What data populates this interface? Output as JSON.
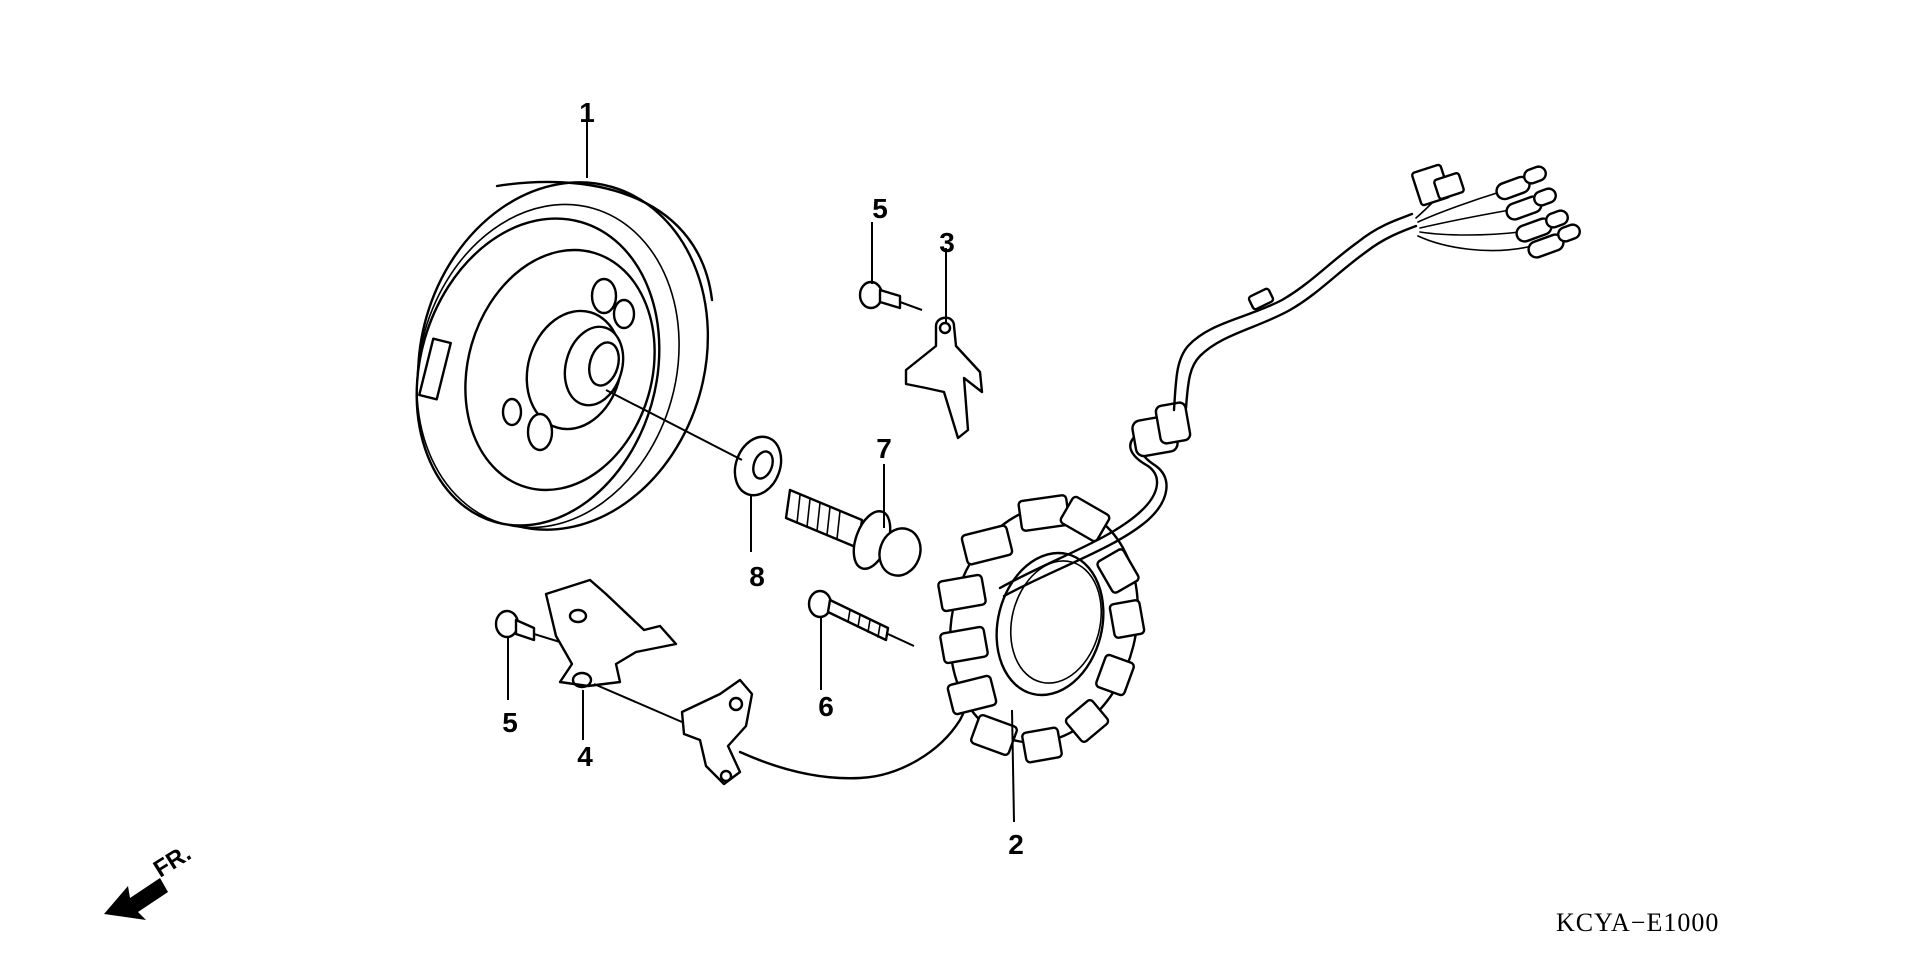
{
  "diagram": {
    "part_code": "KCYA−E1000",
    "direction_label": "FR.",
    "callouts": [
      {
        "id": "flywheel",
        "label": "1"
      },
      {
        "id": "stator",
        "label": "2"
      },
      {
        "id": "upper-clamp",
        "label": "3"
      },
      {
        "id": "lower-clamp",
        "label": "4"
      },
      {
        "id": "upper-bolt",
        "label": "5"
      },
      {
        "id": "lower-bolt",
        "label": "5"
      },
      {
        "id": "stator-bolt",
        "label": "6"
      },
      {
        "id": "flange-bolt",
        "label": "7"
      },
      {
        "id": "washer",
        "label": "8"
      }
    ]
  }
}
